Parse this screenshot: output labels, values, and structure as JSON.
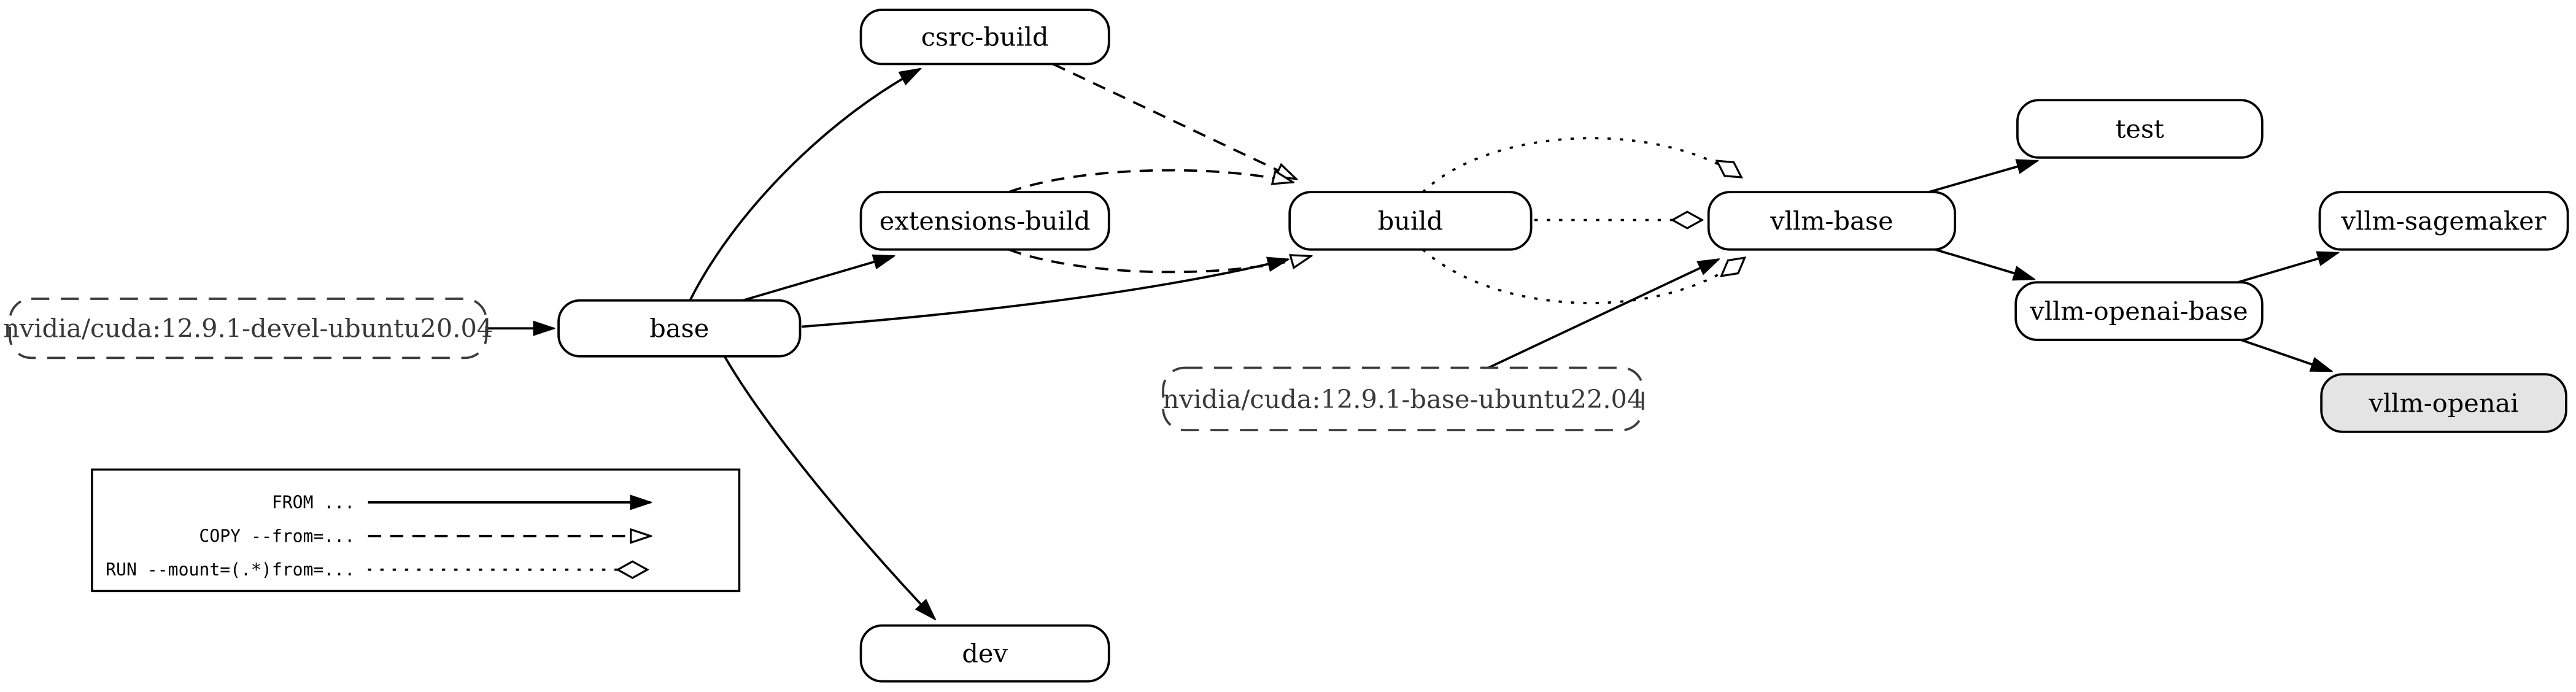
{
  "diagram": {
    "type": "dockerfile-build-stage-graph",
    "nodes": [
      {
        "id": "devel-image",
        "label": "nvidia/cuda:12.9.1-devel-ubuntu20.04",
        "kind": "external-image"
      },
      {
        "id": "base",
        "label": "base",
        "kind": "stage"
      },
      {
        "id": "csrc-build",
        "label": "csrc-build",
        "kind": "stage"
      },
      {
        "id": "extensions-build",
        "label": "extensions-build",
        "kind": "stage"
      },
      {
        "id": "build",
        "label": "build",
        "kind": "stage"
      },
      {
        "id": "vllm-base",
        "label": "vllm-base",
        "kind": "stage"
      },
      {
        "id": "test",
        "label": "test",
        "kind": "stage"
      },
      {
        "id": "vllm-sagemaker",
        "label": "vllm-sagemaker",
        "kind": "stage"
      },
      {
        "id": "vllm-openai-base",
        "label": "vllm-openai-base",
        "kind": "stage"
      },
      {
        "id": "vllm-openai",
        "label": "vllm-openai",
        "kind": "stage",
        "highlighted": true
      },
      {
        "id": "base-image",
        "label": "nvidia/cuda:12.9.1-base-ubuntu22.04",
        "kind": "external-image"
      },
      {
        "id": "dev",
        "label": "dev",
        "kind": "stage"
      }
    ],
    "edges": [
      {
        "from": "nvidia/cuda:12.9.1-devel-ubuntu20.04",
        "to": "base",
        "type": "FROM"
      },
      {
        "from": "base",
        "to": "csrc-build",
        "type": "FROM"
      },
      {
        "from": "base",
        "to": "extensions-build",
        "type": "FROM"
      },
      {
        "from": "base",
        "to": "build",
        "type": "FROM"
      },
      {
        "from": "base",
        "to": "dev",
        "type": "FROM"
      },
      {
        "from": "csrc-build",
        "to": "build",
        "type": "COPY --from"
      },
      {
        "from": "extensions-build",
        "to": "build",
        "type": "COPY --from"
      },
      {
        "from": "extensions-build",
        "to": "build",
        "type": "COPY --from"
      },
      {
        "from": "build",
        "to": "vllm-base",
        "type": "RUN --mount=(.*)from="
      },
      {
        "from": "build",
        "to": "vllm-base",
        "type": "RUN --mount=(.*)from="
      },
      {
        "from": "build",
        "to": "vllm-base",
        "type": "RUN --mount=(.*)from="
      },
      {
        "from": "nvidia/cuda:12.9.1-base-ubuntu22.04",
        "to": "vllm-base",
        "type": "FROM"
      },
      {
        "from": "vllm-base",
        "to": "test",
        "type": "FROM"
      },
      {
        "from": "vllm-base",
        "to": "vllm-openai-base",
        "type": "FROM"
      },
      {
        "from": "vllm-openai-base",
        "to": "vllm-sagemaker",
        "type": "FROM"
      },
      {
        "from": "vllm-openai-base",
        "to": "vllm-openai",
        "type": "FROM"
      }
    ],
    "legend": {
      "items": [
        {
          "label": "FROM ...",
          "line_style": "solid",
          "arrowhead": "filled-triangle"
        },
        {
          "label": "COPY --from=...",
          "line_style": "dashed",
          "arrowhead": "open-triangle"
        },
        {
          "label": "RUN --mount=(.*)from=...",
          "line_style": "dotted",
          "arrowhead": "open-diamond"
        }
      ]
    },
    "colors": {
      "background": "#ffffff",
      "node_border": "#000000",
      "node_fill": "#ffffff",
      "external_node_border": "#3c3c3c",
      "external_node_text": "#383838",
      "highlight_fill": "#e4e4e4",
      "edge": "#000000",
      "text": "#000000"
    }
  }
}
